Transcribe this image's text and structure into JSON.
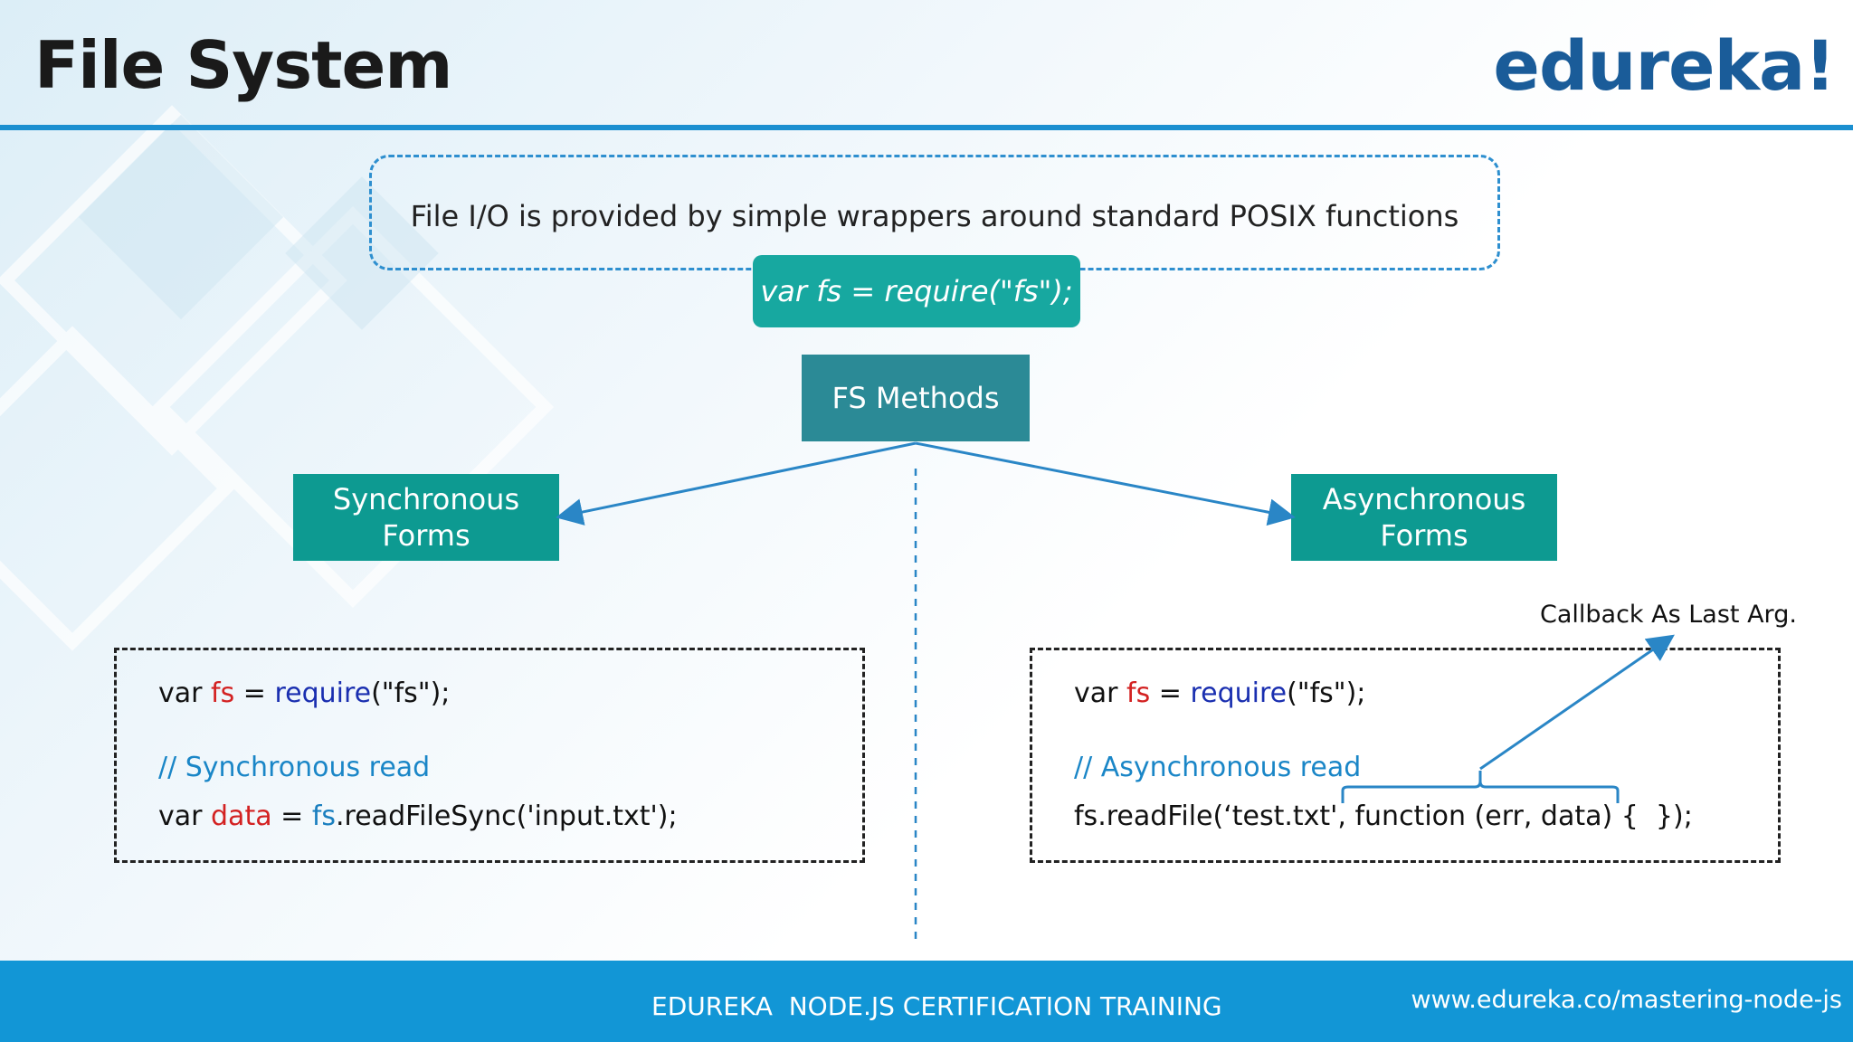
{
  "header": {
    "title": "File System",
    "logo": "edureka!"
  },
  "intro": {
    "posix_text": "File I/O is provided by simple wrappers around standard POSIX functions",
    "require_code": "var fs = require(\"fs\");"
  },
  "diagram": {
    "root": "FS Methods",
    "left": "Synchronous\nForms",
    "right": "Asynchronous\nForms"
  },
  "sync_code": {
    "line1": {
      "p1": "var ",
      "p2": "fs",
      "p3": " = ",
      "p4": "require",
      "p5": "(\"fs\");"
    },
    "comment": "// Synchronous read",
    "line3": {
      "p1": "var ",
      "p2": "data",
      "p3": " = ",
      "p4": "fs",
      "p5": ".readFileSync('input.txt');"
    }
  },
  "async_code": {
    "line1": {
      "p1": "var ",
      "p2": "fs",
      "p3": " = ",
      "p4": "require",
      "p5": "(\"fs\");"
    },
    "comment": "// Asynchronous read",
    "line3": "fs.readFile(‘test.txt', function (err, data) {  });",
    "callback_label": "Callback As Last Arg."
  },
  "footer": {
    "course": "EDUREKA  NODE.JS CERTIFICATION TRAINING",
    "url": "www.edureka.co/mastering-node-js"
  },
  "colors": {
    "accent": "#1b8fd0",
    "teal": "#0d9a91",
    "fs_methods": "#2b8a96",
    "logo": "#1a5c99"
  }
}
